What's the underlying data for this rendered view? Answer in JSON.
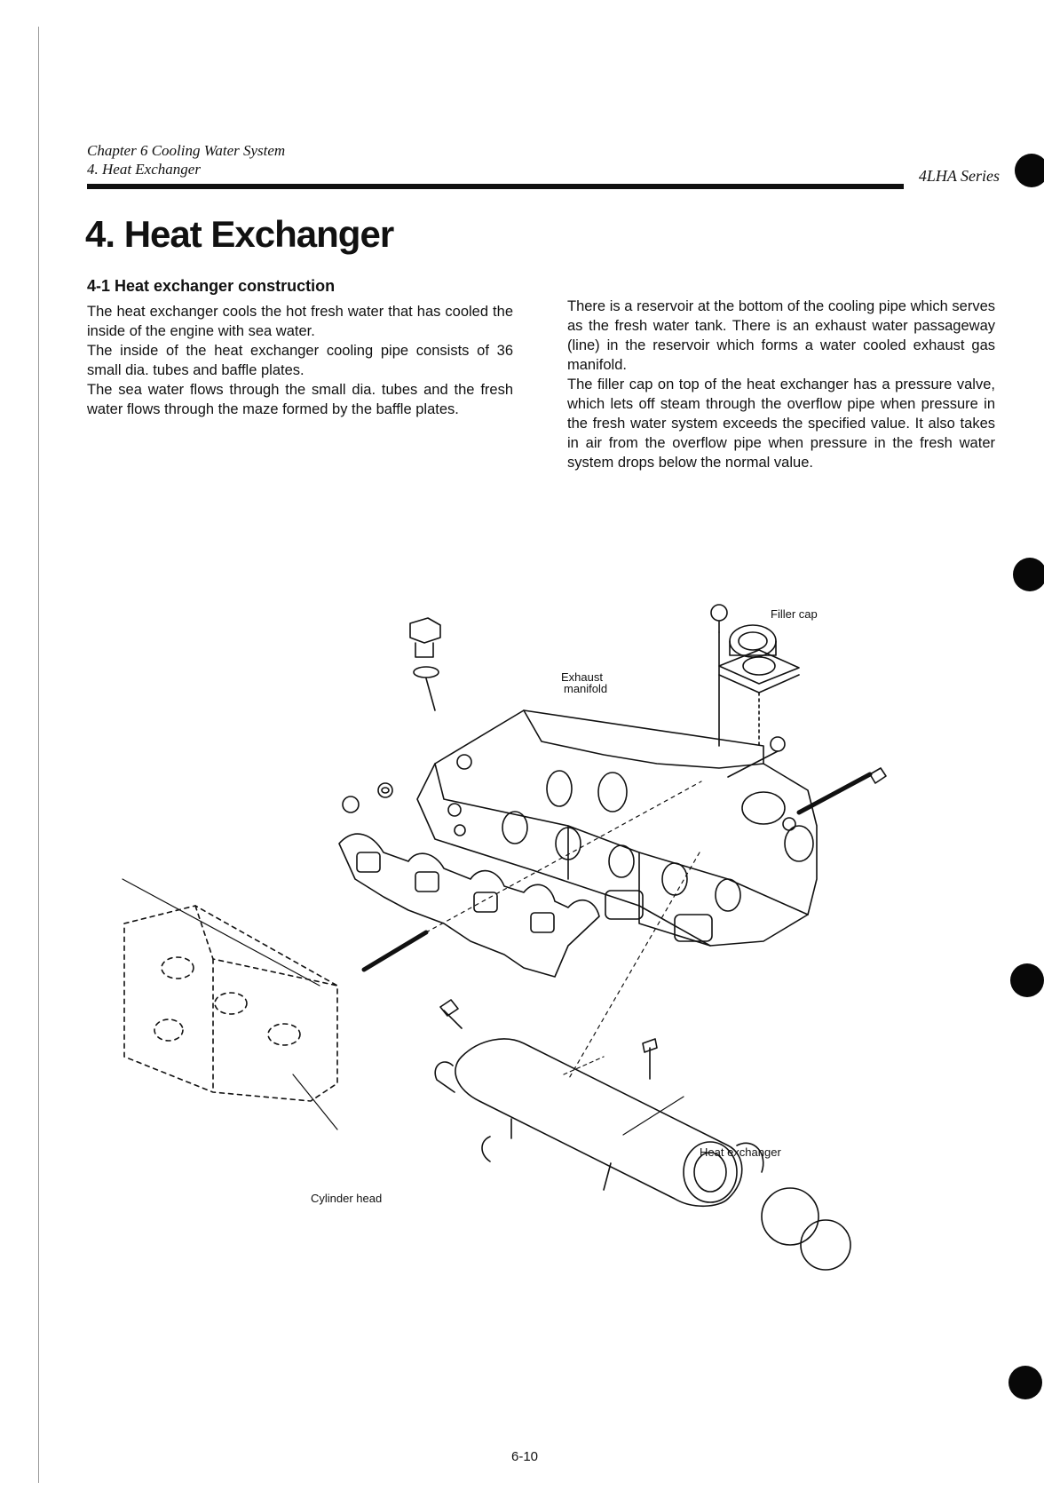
{
  "header": {
    "chapter": "Chapter 6 Cooling Water System",
    "section": "4. Heat Exchanger",
    "series": "4LHA Series"
  },
  "title": "4. Heat Exchanger",
  "subsection": "4-1 Heat exchanger construction",
  "left_column": [
    "The heat exchanger cools the hot fresh water that has cooled the inside of the engine with sea water.",
    "The inside of the heat exchanger cooling pipe consists of 36 small dia. tubes and baffle plates.",
    "The sea water flows through the small dia. tubes and the fresh water flows through the maze formed by the baffle plates."
  ],
  "right_column": [
    "There is a reservoir at the bottom of the cooling pipe which serves as the fresh water tank. There is an exhaust water passageway (line) in the reservoir which forms a water cooled exhaust gas manifold.",
    "The filler cap on top of the heat exchanger has a pressure valve, which lets off steam through the overflow pipe when pressure in the fresh water system exceeds the specified value. It also takes in air from the overflow pipe when pressure in the fresh water system drops below the normal value."
  ],
  "figure_labels": {
    "filler_cap": "Filler cap",
    "exhaust_manifold_line1": "Exhaust",
    "exhaust_manifold_line2": "manifold",
    "heat_exchanger": "Heat exchanger",
    "cylinder_head": "Cylinder head"
  },
  "page_number": "6-10"
}
